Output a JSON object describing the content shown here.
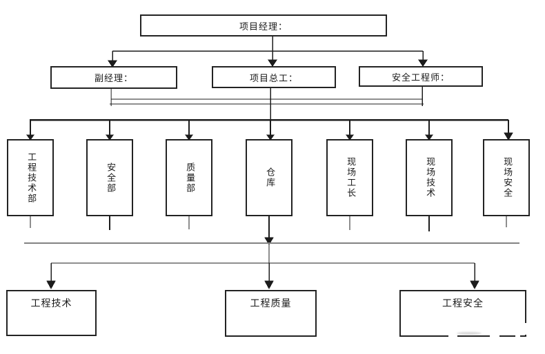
{
  "diagram": {
    "type": "org-chart",
    "root": {
      "label": "项目经理："
    },
    "managers": [
      {
        "label": "副经理："
      },
      {
        "label": "项目总工："
      },
      {
        "label": "安全工程师："
      }
    ],
    "departments": [
      {
        "label": "工程技术部"
      },
      {
        "label": "安全部"
      },
      {
        "label": "质量部"
      },
      {
        "label": "仓库"
      },
      {
        "label": "现场工长"
      },
      {
        "label": "现场技术"
      },
      {
        "label": "现场安全"
      }
    ],
    "teams": [
      {
        "label": "工程技术"
      },
      {
        "label": "工程质量"
      },
      {
        "label": "工程安全"
      }
    ],
    "colors": {
      "ink": "#1c1c1c",
      "divider_gray": "#828282",
      "background": "#ffffff",
      "box_fill": "#ffffff"
    }
  }
}
